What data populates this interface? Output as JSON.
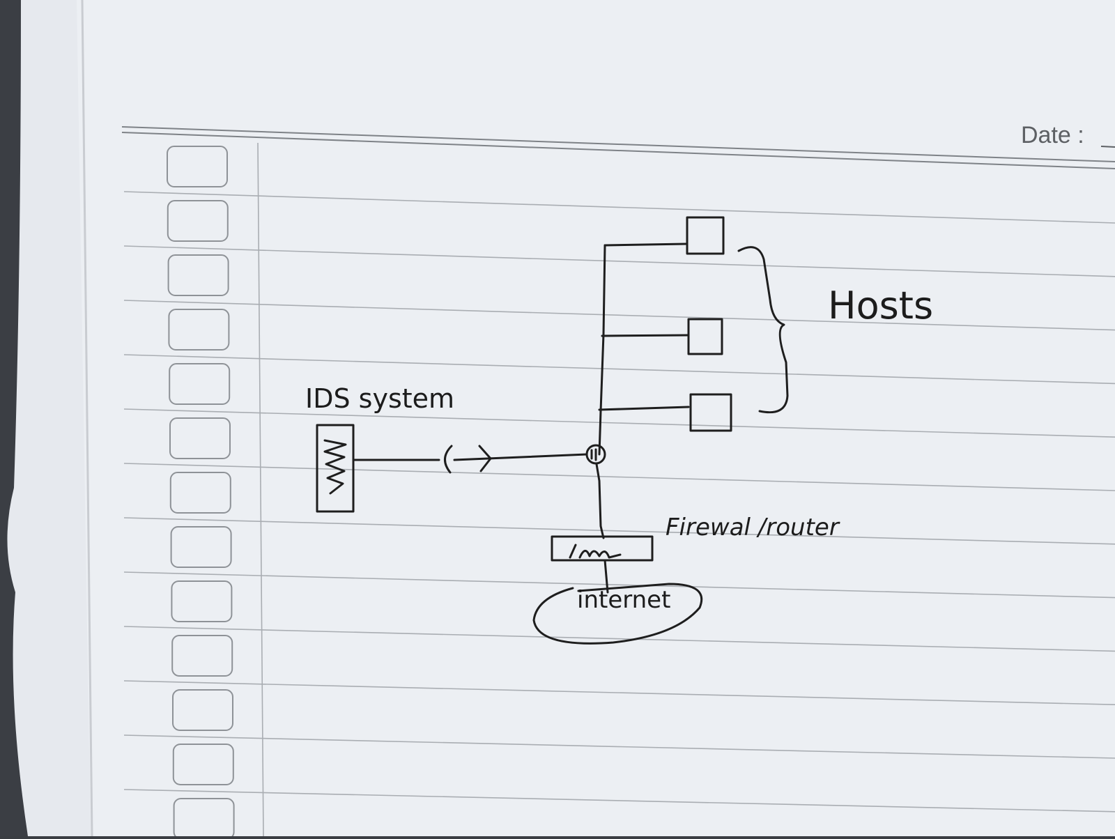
{
  "page": {
    "date_label": "Date :",
    "paper_color": "#e9ecf1",
    "ink_color": "#1e1e1e"
  },
  "diagram": {
    "ids_label": "IDS system",
    "hosts_label": "Hosts",
    "firewall_label": "Firewal /router",
    "internet_label": "internet",
    "host_count": 3,
    "link_symbol": "< >"
  }
}
